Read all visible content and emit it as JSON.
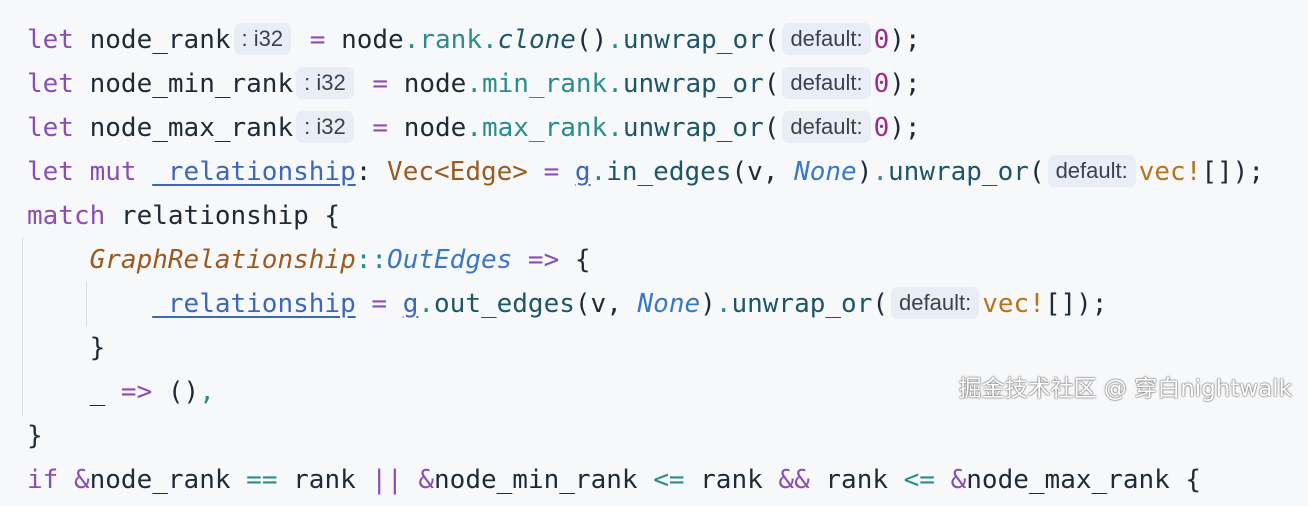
{
  "editor": {
    "lines": [
      [
        [
          "let",
          "kw"
        ],
        [
          " node_rank",
          "id"
        ],
        [
          ": i32",
          "hint"
        ],
        [
          " = ",
          "op"
        ],
        [
          "node",
          "id"
        ],
        [
          ".",
          "punc"
        ],
        [
          "rank",
          "field"
        ],
        [
          ".",
          "punc"
        ],
        [
          "clone",
          "fni"
        ],
        [
          "()",
          "id"
        ],
        [
          ".",
          "punc"
        ],
        [
          "unwrap_or",
          "fn"
        ],
        [
          "(",
          "id"
        ],
        [
          "default:",
          "hint"
        ],
        [
          "0",
          "num"
        ],
        [
          ");",
          "id"
        ]
      ],
      [
        [
          "let",
          "kw"
        ],
        [
          " node_min_rank",
          "id"
        ],
        [
          ": i32",
          "hint"
        ],
        [
          " = ",
          "op"
        ],
        [
          "node",
          "id"
        ],
        [
          ".",
          "punc"
        ],
        [
          "min_rank",
          "field"
        ],
        [
          ".",
          "punc"
        ],
        [
          "unwrap_or",
          "fn"
        ],
        [
          "(",
          "id"
        ],
        [
          "default:",
          "hint"
        ],
        [
          "0",
          "num"
        ],
        [
          ");",
          "id"
        ]
      ],
      [
        [
          "let",
          "kw"
        ],
        [
          " node_max_rank",
          "id"
        ],
        [
          ": i32",
          "hint"
        ],
        [
          " = ",
          "op"
        ],
        [
          "node",
          "id"
        ],
        [
          ".",
          "punc"
        ],
        [
          "max_rank",
          "field"
        ],
        [
          ".",
          "punc"
        ],
        [
          "unwrap_or",
          "fn"
        ],
        [
          "(",
          "id"
        ],
        [
          "default:",
          "hint"
        ],
        [
          "0",
          "num"
        ],
        [
          ");",
          "id"
        ]
      ],
      [
        [
          "let mut ",
          "kw"
        ],
        [
          "_relationship",
          "ul"
        ],
        [
          ": ",
          "id"
        ],
        [
          "Vec<Edge>",
          "type"
        ],
        [
          " = ",
          "op"
        ],
        [
          "g",
          "ul"
        ],
        [
          ".",
          "punc"
        ],
        [
          "in_edges",
          "fn"
        ],
        [
          "(v, ",
          "id"
        ],
        [
          "None",
          "none"
        ],
        [
          ")",
          "id"
        ],
        [
          ".",
          "punc"
        ],
        [
          "unwrap_or",
          "fn"
        ],
        [
          "(",
          "id"
        ],
        [
          "default:",
          "hint"
        ],
        [
          "vec!",
          "mac"
        ],
        [
          "[]);",
          "id"
        ]
      ],
      [
        [
          "match",
          "kw"
        ],
        [
          " relationship {",
          "id"
        ]
      ],
      [
        [
          "    ",
          "id"
        ],
        [
          "GraphRelationship",
          "typei"
        ],
        [
          "::",
          "punc"
        ],
        [
          "OutEdges",
          "variant"
        ],
        [
          " => ",
          "op"
        ],
        [
          "{",
          "id"
        ]
      ],
      [
        [
          "        ",
          "id"
        ],
        [
          "_relationship",
          "ul"
        ],
        [
          " = ",
          "op"
        ],
        [
          "g",
          "ul"
        ],
        [
          ".",
          "punc"
        ],
        [
          "out_edges",
          "fn"
        ],
        [
          "(v, ",
          "id"
        ],
        [
          "None",
          "none"
        ],
        [
          ")",
          "id"
        ],
        [
          ".",
          "punc"
        ],
        [
          "unwrap_or",
          "fn"
        ],
        [
          "(",
          "id"
        ],
        [
          "default:",
          "hint"
        ],
        [
          "vec!",
          "mac"
        ],
        [
          "[]);",
          "id"
        ]
      ],
      [
        [
          "    }",
          "id"
        ]
      ],
      [
        [
          "    _",
          "id"
        ],
        [
          " => ",
          "op"
        ],
        [
          "()",
          "id"
        ],
        [
          ",",
          "punc"
        ]
      ],
      [
        [
          "}",
          "id"
        ]
      ],
      [
        [
          "if",
          "kw"
        ],
        [
          " ",
          "id"
        ],
        [
          "&",
          "op"
        ],
        [
          "node_rank ",
          "id"
        ],
        [
          "==",
          "punc"
        ],
        [
          " rank ",
          "id"
        ],
        [
          "||",
          "op"
        ],
        [
          " ",
          "id"
        ],
        [
          "&",
          "op"
        ],
        [
          "node_min_rank ",
          "id"
        ],
        [
          "<=",
          "punc"
        ],
        [
          " rank ",
          "id"
        ],
        [
          "&&",
          "op"
        ],
        [
          " rank ",
          "id"
        ],
        [
          "<=",
          "punc"
        ],
        [
          " ",
          "id"
        ],
        [
          "&",
          "op"
        ],
        [
          "node_max_rank {",
          "id"
        ]
      ]
    ]
  },
  "watermark": "掘金技术社区 @ 穿白nightwalk"
}
